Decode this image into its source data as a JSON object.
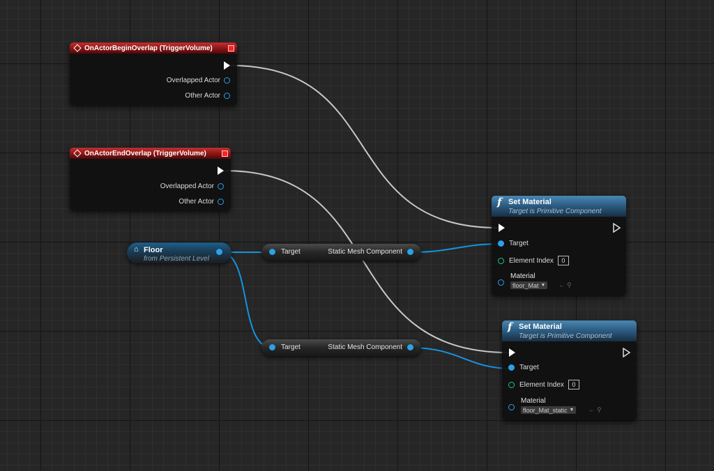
{
  "nodes": {
    "begin_overlap": {
      "title": "OnActorBeginOverlap (TriggerVolume)",
      "pins": [
        "Overlapped Actor",
        "Other Actor"
      ]
    },
    "end_overlap": {
      "title": "OnActorEndOverlap (TriggerVolume)",
      "pins": [
        "Overlapped Actor",
        "Other Actor"
      ]
    },
    "floor_var": {
      "name": "Floor",
      "subtitle": "from Persistent Level"
    },
    "get_component_1": {
      "in_label": "Target",
      "out_label": "Static Mesh Component"
    },
    "get_component_2": {
      "in_label": "Target",
      "out_label": "Static Mesh Component"
    },
    "set_material_1": {
      "icon": "function-icon",
      "icon_glyph": "f",
      "title": "Set Material",
      "subtitle": "Target is Primitive Component",
      "target_label": "Target",
      "element_index_label": "Element Index",
      "element_index_value": "0",
      "material_label": "Material",
      "material_value": "floor_Mat"
    },
    "set_material_2": {
      "icon": "function-icon",
      "icon_glyph": "f",
      "title": "Set Material",
      "subtitle": "Target is Primitive Component",
      "target_label": "Target",
      "element_index_label": "Element Index",
      "element_index_value": "0",
      "material_label": "Material",
      "material_value": "floor_Mat_static"
    }
  },
  "colors": {
    "event_header": "#8b1414",
    "function_header": "#2d5e85",
    "object_pin": "#2aa1e8",
    "int_pin": "#1ec886",
    "exec_wire": "#c8c8c8",
    "grid_background": "#262626"
  }
}
